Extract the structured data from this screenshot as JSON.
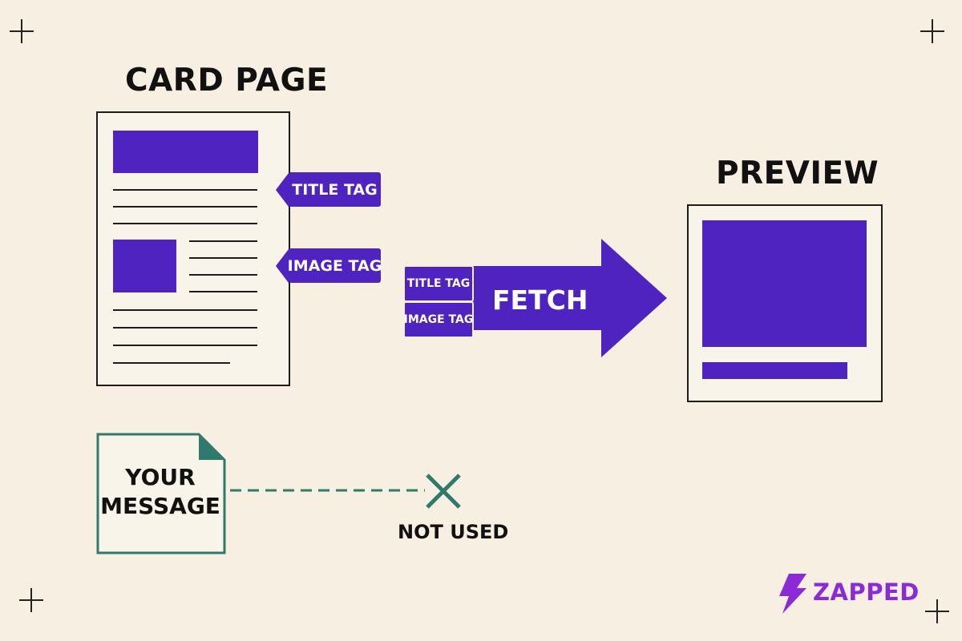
{
  "card_page": {
    "heading": "CARD PAGE",
    "title_tag_label": "TITLE TAG",
    "image_tag_label": "IMAGE TAG"
  },
  "fetch": {
    "label": "FETCH",
    "title_tag_label": "TITLE TAG",
    "image_tag_label": "IMAGE TAG"
  },
  "preview": {
    "heading": "PREVIEW"
  },
  "message": {
    "label_line1": "YOUR",
    "label_line2": "MESSAGE",
    "status": "NOT USED"
  },
  "brand": {
    "name": "ZAPPED",
    "icon": "lightning-bolt-icon",
    "color": "#8c2bd6"
  },
  "colors": {
    "accent": "#4f23c0",
    "teal": "#2f7a6c",
    "background": "#f6efe2"
  }
}
